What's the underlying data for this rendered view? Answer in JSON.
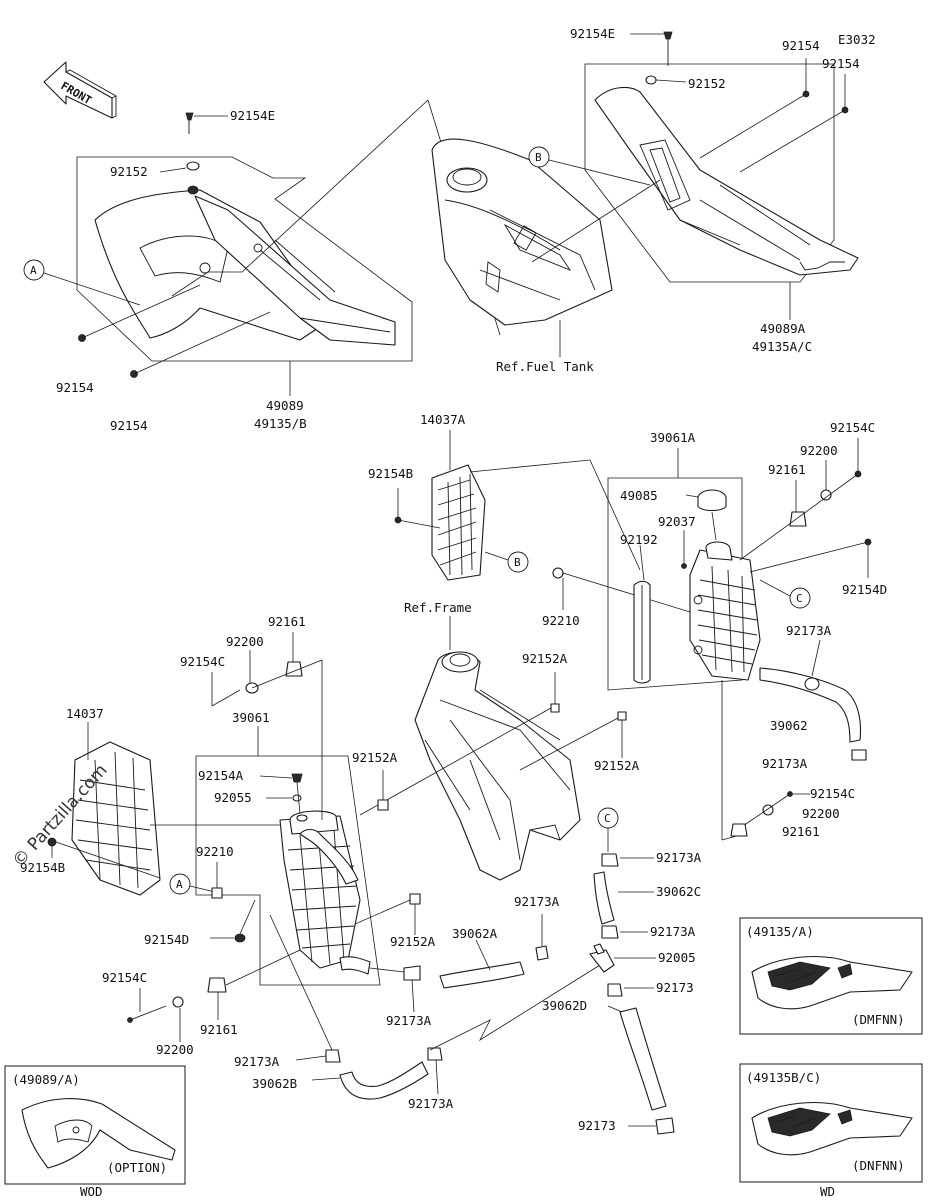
{
  "diagram": {
    "code": "E3032",
    "front_label": "FRONT",
    "watermark": "© Partzilla.com",
    "refs": {
      "fuel_tank": "Ref.Fuel Tank",
      "frame": "Ref.Frame"
    },
    "callouts": {
      "a": "A",
      "b": "B",
      "c": "C"
    },
    "labels": {
      "l_92154E_top": "92154E",
      "l_92152_top": "92152",
      "l_92154_r1": "92154",
      "l_92154_r2": "92154",
      "l_49089A": "49089A",
      "l_49135AC": "49135A/C",
      "l_92154E_left": "92154E",
      "l_92152_left": "92152",
      "l_92154_l1": "92154",
      "l_92154_l2": "92154",
      "l_49089": "49089",
      "l_49135B": "49135/B",
      "l_14037A": "14037A",
      "l_92154B_top": "92154B",
      "l_92210_r": "92210",
      "l_39061A": "39061A",
      "l_49085": "49085",
      "l_92037": "92037",
      "l_92192": "92192",
      "l_92154C_r": "92154C",
      "l_92200_r": "92200",
      "l_92161_r": "92161",
      "l_92154D_r": "92154D",
      "l_92173A_r1": "92173A",
      "l_39062": "39062",
      "l_92173A_r2": "92173A",
      "l_92154C_r2": "92154C",
      "l_92200_r2": "92200",
      "l_92161_r2": "92161",
      "l_92152A_1": "92152A",
      "l_92152A_2": "92152A",
      "l_92152A_3": "92152A",
      "l_92152A_4": "92152A",
      "l_92161_l": "92161",
      "l_92200_l": "92200",
      "l_92154C_l": "92154C",
      "l_14037": "14037",
      "l_39061": "39061",
      "l_92154A": "92154A",
      "l_92055": "92055",
      "l_92210_l": "92210",
      "l_92154B_l": "92154B",
      "l_92154D_l": "92154D",
      "l_92154C_bl": "92154C",
      "l_92200_bl": "92200",
      "l_92161_bl": "92161",
      "l_92173A_m1": "92173A",
      "l_39062A": "39062A",
      "l_92173A_m2": "92173A",
      "l_92173A_m3": "92173A",
      "l_39062B": "39062B",
      "l_92173A_m4": "92173A",
      "l_92173A_c1": "92173A",
      "l_39062C": "39062C",
      "l_92173A_c2": "92173A",
      "l_92005": "92005",
      "l_92173_c": "92173",
      "l_39062D": "39062D",
      "l_92173_b": "92173"
    },
    "insets": {
      "wod": {
        "title": "(49089/A)",
        "note": "(OPTION)",
        "tag": "WOD"
      },
      "dmfnn": {
        "title": "(49135/A)",
        "note": "(DMFNN)"
      },
      "dnfnn": {
        "title": "(49135B/C)",
        "note": "(DNFNN)",
        "tag": "WD"
      }
    }
  }
}
